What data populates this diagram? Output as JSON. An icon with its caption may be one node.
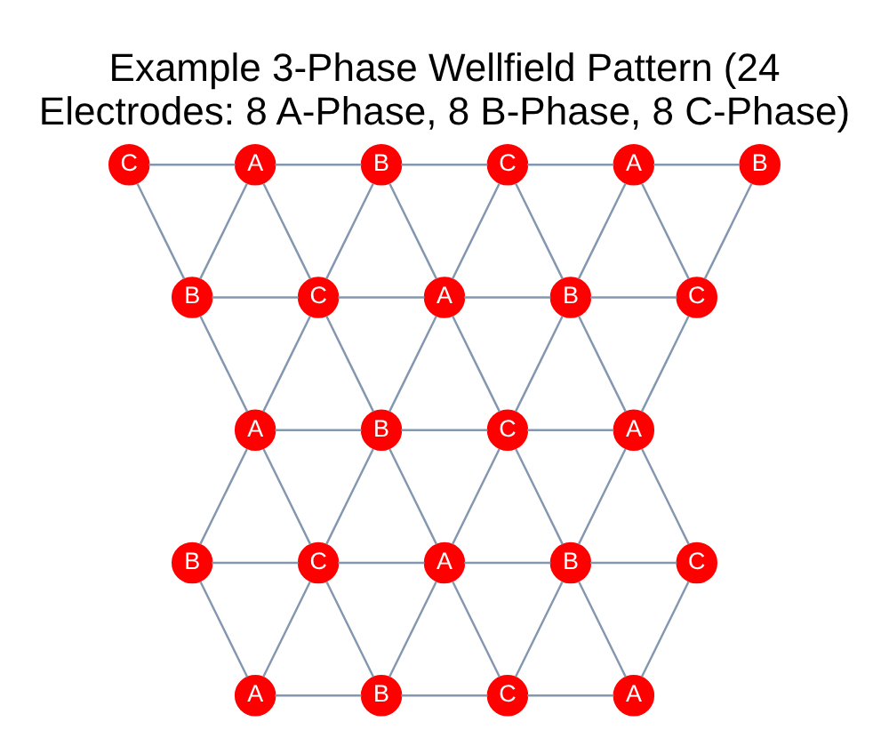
{
  "diagram": {
    "title": "Example 3-Phase Wellfield Pattern (24 Electrodes: 8 A-Phase, 8 B-Phase, 8 C-Phase)",
    "nodes": [
      {
        "text": [
          "C"
        ]
      },
      {
        "text": [
          "A"
        ]
      },
      {
        "text": [
          "B"
        ]
      },
      {
        "text": [
          "C"
        ]
      },
      {
        "text": [
          "A"
        ]
      },
      {
        "text": [
          "B"
        ]
      },
      {
        "text": [
          "B"
        ]
      },
      {
        "text": [
          "C"
        ]
      },
      {
        "text": [
          "A"
        ]
      },
      {
        "text": [
          "B"
        ]
      },
      {
        "text": [
          "C"
        ]
      },
      {
        "text": [
          "A"
        ]
      },
      {
        "text": [
          "B"
        ]
      },
      {
        "text": [
          "C"
        ]
      },
      {
        "text": [
          "A"
        ]
      },
      {
        "text": [
          "B"
        ]
      },
      {
        "text": [
          "C"
        ]
      },
      {
        "text": [
          "A"
        ]
      },
      {
        "text": [
          "B"
        ]
      },
      {
        "text": [
          "C"
        ]
      },
      {
        "text": [
          "A"
        ]
      },
      {
        "text": [
          "B"
        ]
      },
      {
        "text": [
          "C"
        ]
      },
      {
        "text": [
          "A"
        ]
      }
    ],
    "edges": [
      {
        "from": 0,
        "to": 1,
        "arrow": "none"
      },
      {
        "from": 1,
        "to": 2,
        "arrow": "none"
      },
      {
        "from": 2,
        "to": 3,
        "arrow": "none"
      },
      {
        "from": 3,
        "to": 4,
        "arrow": "none"
      },
      {
        "from": 4,
        "to": 5,
        "arrow": "none"
      },
      {
        "from": 0,
        "to": 6,
        "arrow": "none"
      },
      {
        "from": 1,
        "to": 6,
        "arrow": "none"
      },
      {
        "from": 1,
        "to": 7,
        "arrow": "none"
      },
      {
        "from": 2,
        "to": 7,
        "arrow": "none"
      },
      {
        "from": 2,
        "to": 8,
        "arrow": "none"
      },
      {
        "from": 3,
        "to": 8,
        "arrow": "none"
      },
      {
        "from": 3,
        "to": 9,
        "arrow": "none"
      },
      {
        "from": 4,
        "to": 9,
        "arrow": "none"
      },
      {
        "from": 4,
        "to": 10,
        "arrow": "none"
      },
      {
        "from": 5,
        "to": 10,
        "arrow": "none"
      },
      {
        "from": 6,
        "to": 7,
        "arrow": "none"
      },
      {
        "from": 7,
        "to": 8,
        "arrow": "none"
      },
      {
        "from": 8,
        "to": 9,
        "arrow": "none"
      },
      {
        "from": 9,
        "to": 10,
        "arrow": "none"
      },
      {
        "from": 6,
        "to": 11,
        "arrow": "none"
      },
      {
        "from": 7,
        "to": 11,
        "arrow": "none"
      },
      {
        "from": 7,
        "to": 12,
        "arrow": "none"
      },
      {
        "from": 8,
        "to": 12,
        "arrow": "none"
      },
      {
        "from": 8,
        "to": 13,
        "arrow": "none"
      },
      {
        "from": 9,
        "to": 13,
        "arrow": "none"
      },
      {
        "from": 9,
        "to": 14,
        "arrow": "none"
      },
      {
        "from": 10,
        "to": 14,
        "arrow": "none"
      },
      {
        "from": 11,
        "to": 12,
        "arrow": "none"
      },
      {
        "from": 12,
        "to": 13,
        "arrow": "none"
      },
      {
        "from": 13,
        "to": 14,
        "arrow": "none"
      },
      {
        "from": 11,
        "to": 15,
        "arrow": "none"
      },
      {
        "from": 11,
        "to": 16,
        "arrow": "none"
      },
      {
        "from": 12,
        "to": 16,
        "arrow": "none"
      },
      {
        "from": 12,
        "to": 17,
        "arrow": "none"
      },
      {
        "from": 13,
        "to": 17,
        "arrow": "none"
      },
      {
        "from": 13,
        "to": 18,
        "arrow": "none"
      },
      {
        "from": 14,
        "to": 18,
        "arrow": "none"
      },
      {
        "from": 14,
        "to": 19,
        "arrow": "none"
      },
      {
        "from": 15,
        "to": 16,
        "arrow": "none"
      },
      {
        "from": 16,
        "to": 17,
        "arrow": "none"
      },
      {
        "from": 17,
        "to": 18,
        "arrow": "none"
      },
      {
        "from": 18,
        "to": 19,
        "arrow": "none"
      },
      {
        "from": 15,
        "to": 20,
        "arrow": "none"
      },
      {
        "from": 16,
        "to": 20,
        "arrow": "none"
      },
      {
        "from": 16,
        "to": 21,
        "arrow": "none"
      },
      {
        "from": 17,
        "to": 21,
        "arrow": "none"
      },
      {
        "from": 17,
        "to": 22,
        "arrow": "none"
      },
      {
        "from": 18,
        "to": 22,
        "arrow": "none"
      },
      {
        "from": 18,
        "to": 23,
        "arrow": "none"
      },
      {
        "from": 19,
        "to": 23,
        "arrow": "none"
      },
      {
        "from": 20,
        "to": 21,
        "arrow": "none"
      },
      {
        "from": 21,
        "to": 22,
        "arrow": "none"
      },
      {
        "from": 22,
        "to": 23,
        "arrow": "none"
      }
    ]
  }
}
